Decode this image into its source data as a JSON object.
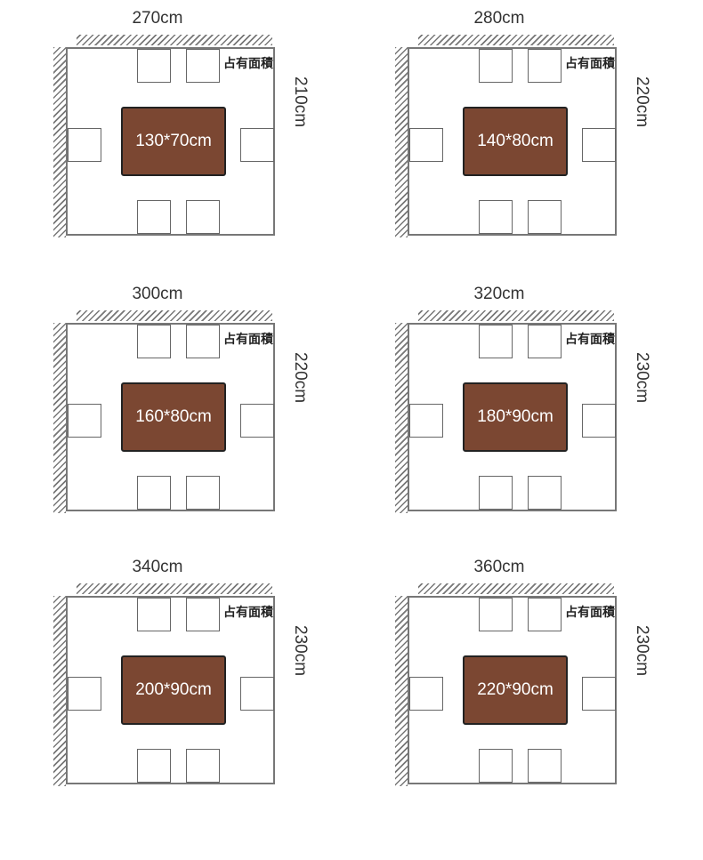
{
  "area_label": "占有面積",
  "colors": {
    "table_fill": "#7b4732",
    "wall_hatch": "#777777"
  },
  "layouts": [
    {
      "width": "270cm",
      "height": "210cm",
      "table": "130*70cm"
    },
    {
      "width": "280cm",
      "height": "220cm",
      "table": "140*80cm"
    },
    {
      "width": "300cm",
      "height": "220cm",
      "table": "160*80cm"
    },
    {
      "width": "320cm",
      "height": "230cm",
      "table": "180*90cm"
    },
    {
      "width": "340cm",
      "height": "230cm",
      "table": "200*90cm"
    },
    {
      "width": "360cm",
      "height": "230cm",
      "table": "220*90cm"
    }
  ]
}
